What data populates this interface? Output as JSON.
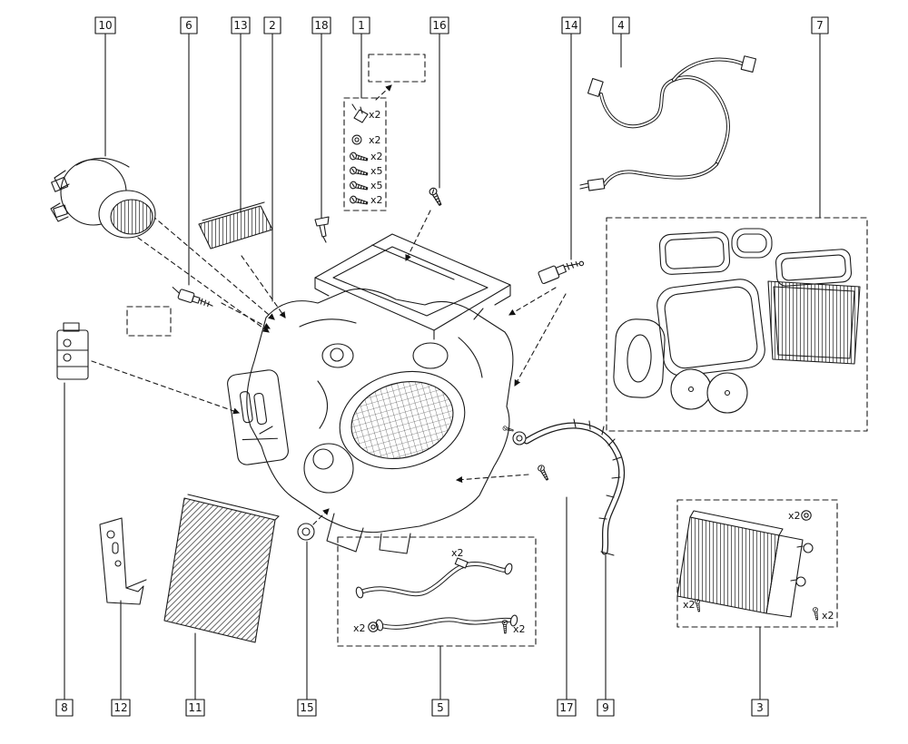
{
  "callouts": [
    {
      "label": "10"
    },
    {
      "label": "6"
    },
    {
      "label": "13"
    },
    {
      "label": "2"
    },
    {
      "label": "18"
    },
    {
      "label": "1"
    },
    {
      "label": "16"
    },
    {
      "label": "14"
    },
    {
      "label": "4"
    },
    {
      "label": "7"
    },
    {
      "label": "8"
    },
    {
      "label": "12"
    },
    {
      "label": "11"
    },
    {
      "label": "15"
    },
    {
      "label": "5"
    },
    {
      "label": "17"
    },
    {
      "label": "9"
    },
    {
      "label": "3"
    }
  ],
  "quantities": {
    "fasteners": [
      "x2",
      "x2",
      "x2",
      "x5",
      "x5",
      "x2"
    ],
    "hoses": [
      "x2",
      "x2",
      "x2"
    ],
    "heater": [
      "x2",
      "x2",
      "x2"
    ]
  }
}
